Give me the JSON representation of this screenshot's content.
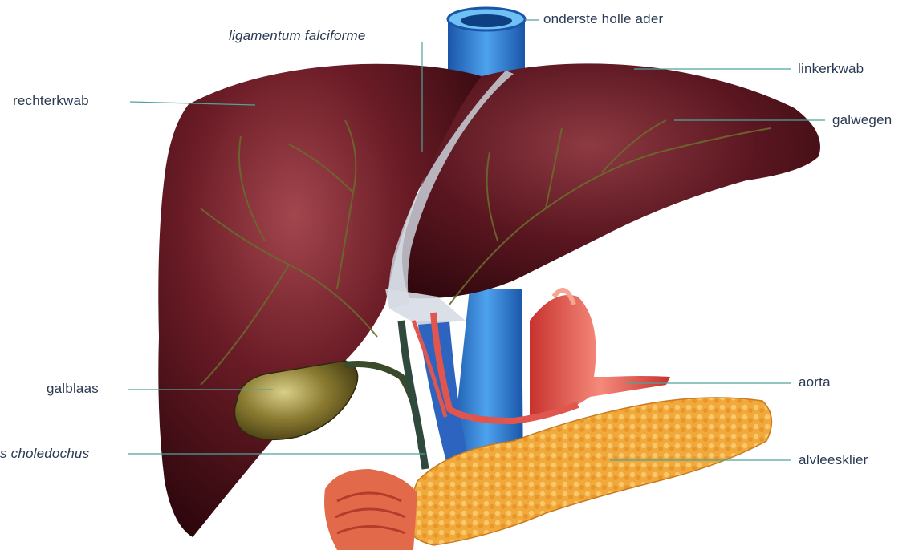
{
  "labels": {
    "vena_cava": "onderste holle ader",
    "falciform": "ligamentum falciforme",
    "right_lobe": "rechterkwab",
    "left_lobe": "linkerkwab",
    "bile_ducts": "galwegen",
    "gallbladder": "galblaas",
    "aorta": "aorta",
    "choledochus": "s choledochus",
    "pancreas": "alvleesklier"
  },
  "colors": {
    "liver": "#4a0f18",
    "liver_highlight": "#9a4048",
    "vena_cava": "#2f7fd6",
    "aorta": "#e0554d",
    "pancreas": "#f2a93b",
    "gallbladder": "#8a7a30",
    "leader_line": "#4fa39a",
    "label_text": "#2a3a52"
  }
}
